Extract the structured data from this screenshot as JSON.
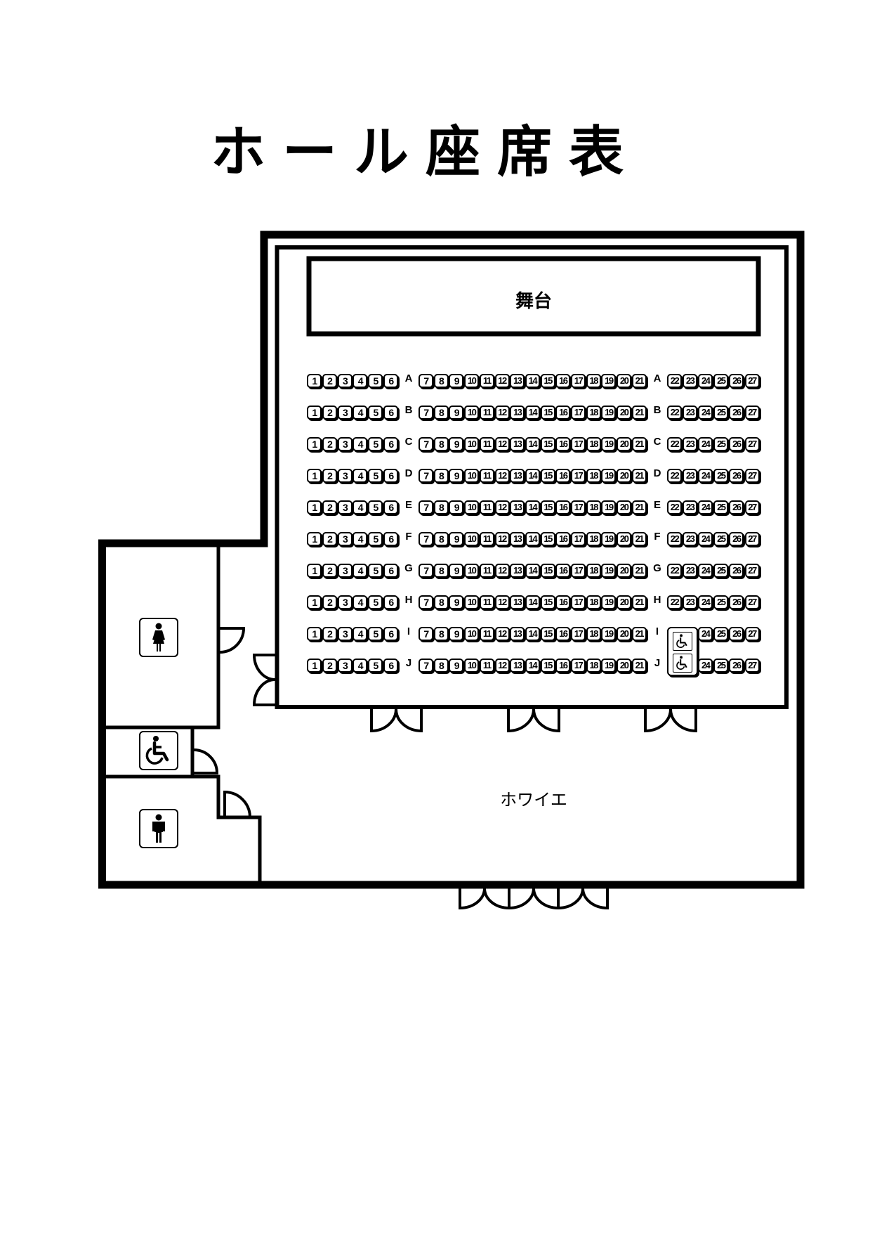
{
  "title": "ホール座席表",
  "stage_label": "舞台",
  "foyer_label": "ホワイエ",
  "rooms": {
    "womens_restroom_icon": "woman-icon",
    "accessible_restroom_icon": "wheelchair-icon",
    "mens_restroom_icon": "man-icon"
  },
  "seating": {
    "rows": [
      {
        "label": "A",
        "left": [
          1,
          2,
          3,
          4,
          5,
          6
        ],
        "center": [
          7,
          8,
          9,
          10,
          11,
          12,
          13,
          14,
          15,
          16,
          17,
          18,
          19,
          20,
          21
        ],
        "right": [
          22,
          23,
          24,
          25,
          26,
          27
        ],
        "wheelchair": false
      },
      {
        "label": "B",
        "left": [
          1,
          2,
          3,
          4,
          5,
          6
        ],
        "center": [
          7,
          8,
          9,
          10,
          11,
          12,
          13,
          14,
          15,
          16,
          17,
          18,
          19,
          20,
          21
        ],
        "right": [
          22,
          23,
          24,
          25,
          26,
          27
        ],
        "wheelchair": false
      },
      {
        "label": "C",
        "left": [
          1,
          2,
          3,
          4,
          5,
          6
        ],
        "center": [
          7,
          8,
          9,
          10,
          11,
          12,
          13,
          14,
          15,
          16,
          17,
          18,
          19,
          20,
          21
        ],
        "right": [
          22,
          23,
          24,
          25,
          26,
          27
        ],
        "wheelchair": false
      },
      {
        "label": "D",
        "left": [
          1,
          2,
          3,
          4,
          5,
          6
        ],
        "center": [
          7,
          8,
          9,
          10,
          11,
          12,
          13,
          14,
          15,
          16,
          17,
          18,
          19,
          20,
          21
        ],
        "right": [
          22,
          23,
          24,
          25,
          26,
          27
        ],
        "wheelchair": false
      },
      {
        "label": "E",
        "left": [
          1,
          2,
          3,
          4,
          5,
          6
        ],
        "center": [
          7,
          8,
          9,
          10,
          11,
          12,
          13,
          14,
          15,
          16,
          17,
          18,
          19,
          20,
          21
        ],
        "right": [
          22,
          23,
          24,
          25,
          26,
          27
        ],
        "wheelchair": false
      },
      {
        "label": "F",
        "left": [
          1,
          2,
          3,
          4,
          5,
          6
        ],
        "center": [
          7,
          8,
          9,
          10,
          11,
          12,
          13,
          14,
          15,
          16,
          17,
          18,
          19,
          20,
          21
        ],
        "right": [
          22,
          23,
          24,
          25,
          26,
          27
        ],
        "wheelchair": false
      },
      {
        "label": "G",
        "left": [
          1,
          2,
          3,
          4,
          5,
          6
        ],
        "center": [
          7,
          8,
          9,
          10,
          11,
          12,
          13,
          14,
          15,
          16,
          17,
          18,
          19,
          20,
          21
        ],
        "right": [
          22,
          23,
          24,
          25,
          26,
          27
        ],
        "wheelchair": false
      },
      {
        "label": "H",
        "left": [
          1,
          2,
          3,
          4,
          5,
          6
        ],
        "center": [
          7,
          8,
          9,
          10,
          11,
          12,
          13,
          14,
          15,
          16,
          17,
          18,
          19,
          20,
          21
        ],
        "right": [
          22,
          23,
          24,
          25,
          26,
          27
        ],
        "wheelchair": false
      },
      {
        "label": "I",
        "left": [
          1,
          2,
          3,
          4,
          5,
          6
        ],
        "center": [
          7,
          8,
          9,
          10,
          11,
          12,
          13,
          14,
          15,
          16,
          17,
          18,
          19,
          20,
          21
        ],
        "right": [
          24,
          25,
          26,
          27
        ],
        "wheelchair": true
      },
      {
        "label": "J",
        "left": [
          1,
          2,
          3,
          4,
          5,
          6
        ],
        "center": [
          7,
          8,
          9,
          10,
          11,
          12,
          13,
          14,
          15,
          16,
          17,
          18,
          19,
          20,
          21
        ],
        "right": [
          24,
          25,
          26,
          27
        ],
        "wheelchair": true
      }
    ],
    "wheelchair_space_icon": "wheelchair-icon"
  }
}
